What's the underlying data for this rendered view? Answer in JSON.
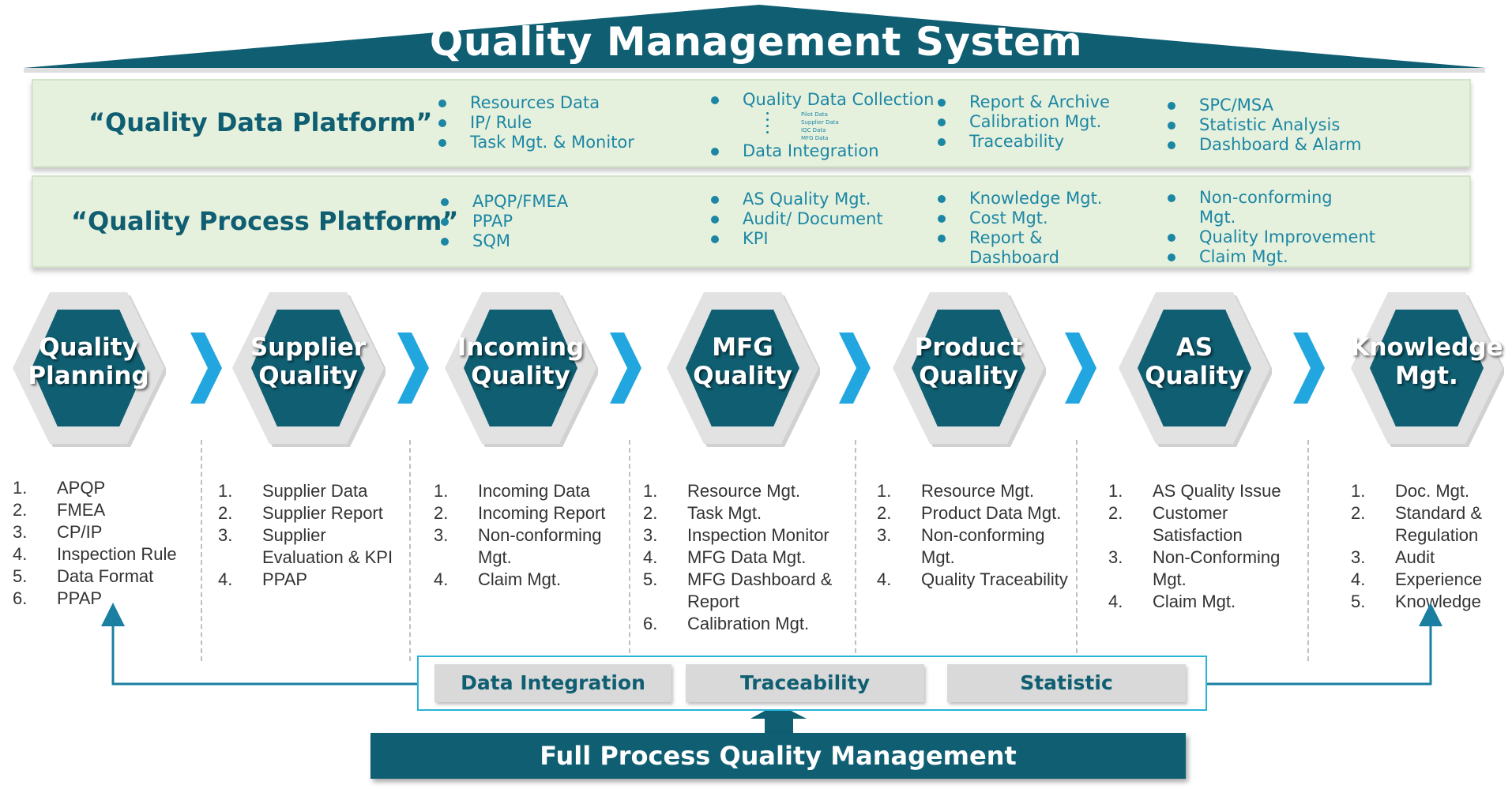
{
  "title": "Quality Management System",
  "colors": {
    "primary": "#0f5e72",
    "accent": "#1c86a4",
    "chevron": "#21a6e0",
    "panel_bg": "#e6f1dd",
    "hex_ring": "#e2e2e2"
  },
  "data_platform": {
    "title": "“Quality Data Platform”",
    "col1": [
      "Resources Data",
      "IP/ Rule",
      "Task Mgt. & Monitor"
    ],
    "col2_top": "Quality Data Collection",
    "col2_sub": [
      "Pilot Data",
      "Supplier Data",
      "IQC Data",
      "MFG Data"
    ],
    "col2_bottom": "Data Integration",
    "col3": [
      "Report & Archive",
      "Calibration Mgt.",
      "Traceability"
    ],
    "col4": [
      "SPC/MSA",
      "Statistic Analysis",
      "Dashboard & Alarm"
    ]
  },
  "process_platform": {
    "title": "“Quality Process Platform”",
    "col1": [
      "APQP/FMEA",
      "PPAP",
      "SQM"
    ],
    "col2": [
      "AS Quality Mgt.",
      "Audit/ Document",
      "KPI"
    ],
    "col3": [
      [
        "Knowledge Mgt."
      ],
      [
        "Cost Mgt."
      ],
      [
        "Report &",
        "Dashboard"
      ]
    ],
    "col4": [
      [
        "Non-conforming",
        "Mgt."
      ],
      [
        "Quality Improvement"
      ],
      [
        "Claim Mgt."
      ]
    ]
  },
  "stages": [
    {
      "title": [
        "Quality",
        "Planning"
      ],
      "items": [
        "APQP",
        "FMEA",
        "CP/IP",
        "Inspection Rule",
        "Data Format",
        "PPAP"
      ]
    },
    {
      "title": [
        "Supplier",
        "Quality"
      ],
      "items": [
        [
          "Supplier Data"
        ],
        [
          "Supplier Report"
        ],
        [
          "Supplier",
          "Evaluation & KPI"
        ],
        [
          "PPAP"
        ]
      ]
    },
    {
      "title": [
        "Incoming",
        "Quality"
      ],
      "items": [
        [
          "Incoming Data"
        ],
        [
          "Incoming Report"
        ],
        [
          "Non-conforming",
          "Mgt."
        ],
        [
          "Claim Mgt."
        ]
      ]
    },
    {
      "title": [
        "MFG",
        "Quality"
      ],
      "items": [
        [
          "Resource Mgt."
        ],
        [
          "Task Mgt."
        ],
        [
          "Inspection Monitor"
        ],
        [
          "MFG Data Mgt."
        ],
        [
          "MFG Dashboard &",
          "Report"
        ],
        [
          "Calibration Mgt."
        ]
      ]
    },
    {
      "title": [
        "Product",
        "Quality"
      ],
      "items": [
        [
          "Resource Mgt."
        ],
        [
          "Product Data Mgt."
        ],
        [
          "Non-conforming",
          "Mgt."
        ],
        [
          "Quality Traceability"
        ]
      ]
    },
    {
      "title": [
        "AS",
        "Quality"
      ],
      "items": [
        [
          "AS Quality Issue"
        ],
        [
          "Customer",
          "Satisfaction"
        ],
        [
          "Non-Conforming",
          "Mgt."
        ],
        [
          "Claim Mgt."
        ]
      ]
    },
    {
      "title": [
        "Knowledge",
        "Mgt."
      ],
      "items": [
        [
          "Doc. Mgt."
        ],
        [
          "Standard &",
          "Regulation"
        ],
        [
          "Audit"
        ],
        [
          "Experience"
        ],
        [
          "Knowledge"
        ]
      ]
    }
  ],
  "features": [
    "Data Integration",
    "Traceability",
    "Statistic"
  ],
  "bottom_title": "Full Process Quality Management"
}
